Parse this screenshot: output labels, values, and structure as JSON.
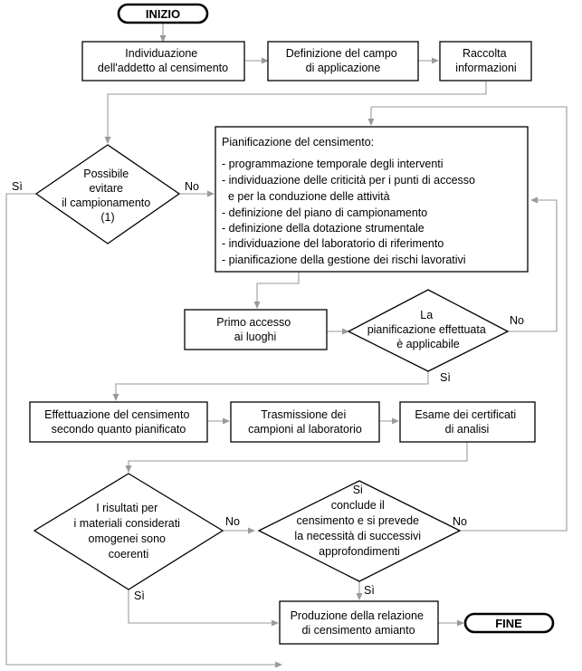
{
  "nodes": {
    "start": "INIZIO",
    "addetto": [
      "Individuazione",
      "dell'addetto al censimento"
    ],
    "campo": [
      "Definizione del campo",
      "di applicazione"
    ],
    "raccolta": [
      "Raccolta",
      "informazioni"
    ],
    "evitare": [
      "Possibile",
      "evitare",
      "il campionamento",
      "(1)"
    ],
    "pianificazione": {
      "title": "Pianificazione del censimento:",
      "items": [
        "- programmazione temporale degli interventi",
        "- individuazione delle criticità per i punti di accesso",
        "  e per la conduzione delle attività",
        "- definizione del piano di campionamento",
        "- definizione della dotazione strumentale",
        "- individuazione del laboratorio di riferimento",
        "- pianificazione della gestione dei rischi lavorativi"
      ]
    },
    "primo": [
      "Primo accesso",
      "ai luoghi"
    ],
    "applicabile": [
      "La",
      "pianificazione effettuata",
      "è applicabile"
    ],
    "effettuazione": [
      "Effettuazione del censimento",
      "secondo quanto pianificato"
    ],
    "trasmissione": [
      "Trasmissione dei",
      "campioni al laboratorio"
    ],
    "esame": [
      "Esame dei certificati",
      "di analisi"
    ],
    "risultati": [
      "I risultati per",
      "i materiali considerati",
      "omogenei sono",
      "coerenti"
    ],
    "conclude": [
      "Si",
      "conclude il",
      "censimento e si prevede",
      "la necessità di successivi",
      "approfondimenti"
    ],
    "relazione": [
      "Produzione della relazione",
      "di censimento amianto"
    ],
    "end": "FINE"
  },
  "edge_labels": {
    "evitare_si": "Sì",
    "evitare_no": "No",
    "applicabile_no": "No",
    "applicabile_si": "Sì",
    "risultati_no": "No",
    "risultati_si": "Sì",
    "conclude_no": "No",
    "conclude_si": "Sì"
  }
}
